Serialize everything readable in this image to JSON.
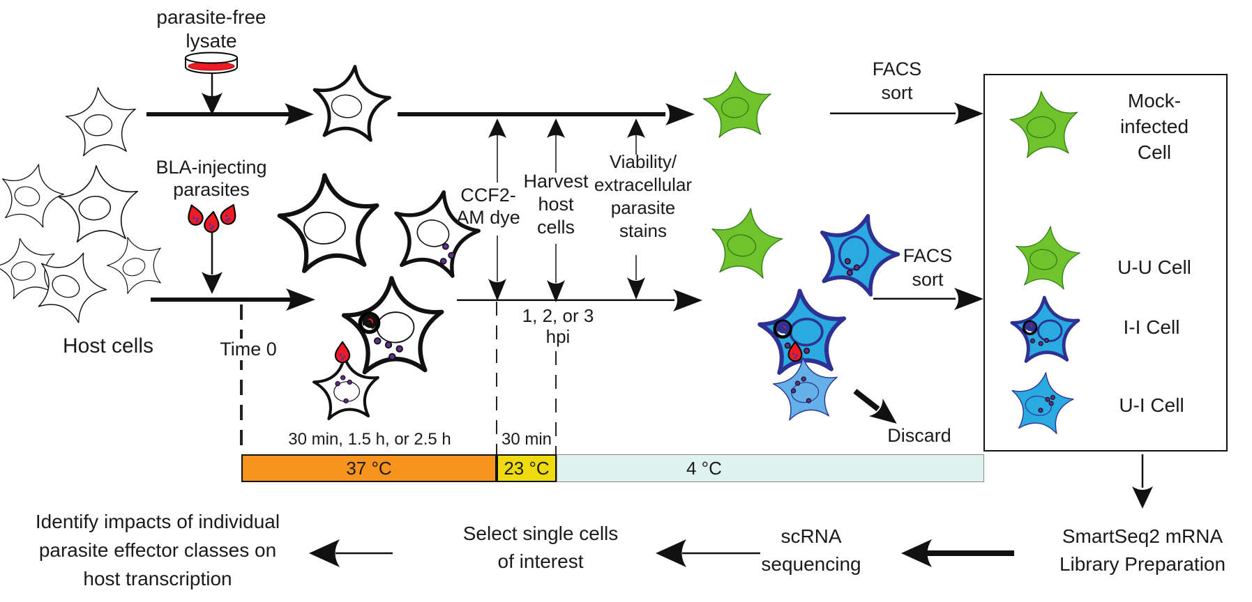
{
  "colors": {
    "green_cell": "#6FC32C",
    "green_outline": "#2F7A12",
    "blue_cell": "#29ABE2",
    "blue_outline": "#2E3192",
    "light_blue_cell": "#63B1E8",
    "parasite_red": "#ED1C24",
    "effector_purple": "#662D91",
    "bar_37c": "#F7941E",
    "bar_23c": "#EDDB0F",
    "bar_4c": "#DFF2EF"
  },
  "inputs": {
    "host_cells": "Host cells",
    "lysate": [
      "parasite-free",
      "lysate"
    ],
    "parasites": [
      "BLA-injecting",
      "parasites"
    ],
    "time_zero": "Time 0"
  },
  "treatments": {
    "ccf2": [
      "CCF2-",
      "AM dye"
    ],
    "harvest": [
      "Harvest",
      "host",
      "cells"
    ],
    "stains": [
      "Viability/",
      "extracellular",
      "parasite",
      "stains"
    ],
    "hpi": [
      "1, 2, or 3",
      "hpi"
    ]
  },
  "timeline": {
    "duration_37": "30 min, 1.5 h, or 2.5 h",
    "duration_23": "30 min",
    "phases": [
      {
        "label": "37 °C"
      },
      {
        "label": "23 °C"
      },
      {
        "label": "4 °C"
      }
    ]
  },
  "sorting": {
    "facs_top": [
      "FACS",
      "sort"
    ],
    "facs_bottom": [
      "FACS",
      "sort"
    ],
    "discard": "Discard"
  },
  "sorted_cells": {
    "mock": [
      "Mock-",
      "infected",
      "Cell"
    ],
    "uu": "U-U Cell",
    "ii": "I-I Cell",
    "ui": "U-I Cell"
  },
  "pipeline": {
    "library": [
      "SmartSeq2 mRNA",
      "Library Preparation"
    ],
    "scrna": [
      "scRNA",
      "sequencing"
    ],
    "select": [
      "Select single cells",
      "of interest"
    ],
    "goal": [
      "Identify impacts of individual",
      "parasite effector classes on",
      "host transcription"
    ]
  }
}
